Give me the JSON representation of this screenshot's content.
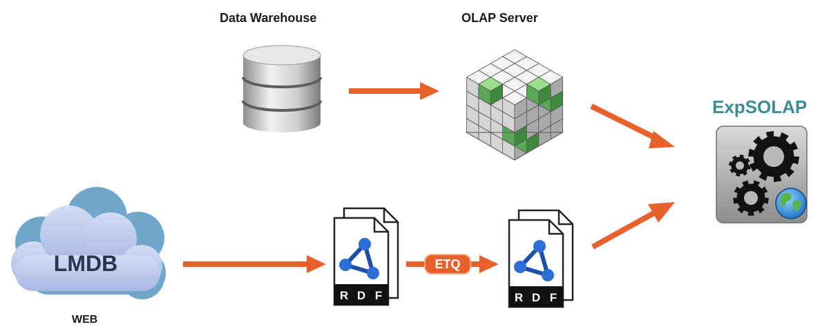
{
  "labels": {
    "data_warehouse": "Data Warehouse",
    "olap_server": "OLAP Server",
    "expsolap": "ExpSOLAP",
    "lmdb": "LMDB",
    "web": "WEB",
    "etq": "ETQ"
  },
  "rdf_letters": [
    "R",
    "D",
    "F"
  ],
  "colors": {
    "arrow": "#e8612c",
    "expsolap_title": "#3a8e93",
    "cube_green": "#6db86a",
    "cloud": "#b9c6ea"
  }
}
